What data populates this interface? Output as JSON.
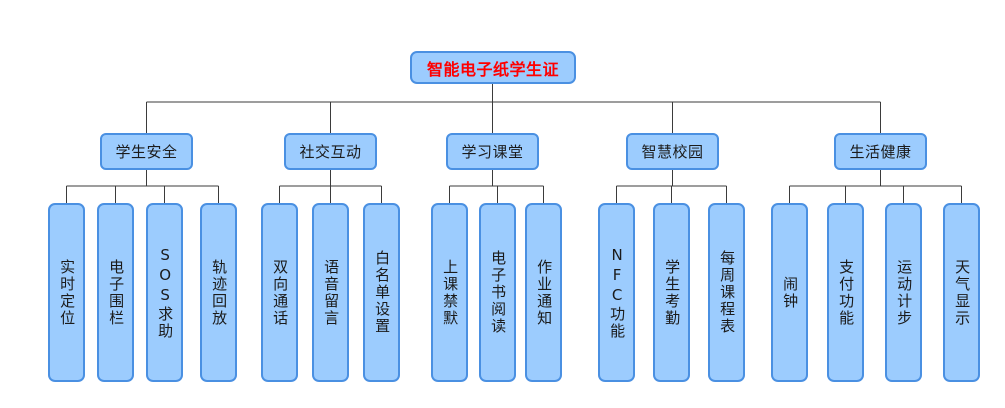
{
  "diagram": {
    "type": "org-tree",
    "orientation": "top-down",
    "colors": {
      "node_fill": "#9cccfe",
      "node_border": "#4a90e2",
      "connector": "#3b3b3b",
      "root_text": "#ff0000",
      "node_text": "#1b1b1b",
      "background": "#ffffff"
    },
    "root": {
      "label": "智能电子纸学生证"
    },
    "branches": [
      {
        "label": "学生安全",
        "children": [
          {
            "label": "实时定位"
          },
          {
            "label": "电子围栏"
          },
          {
            "label": "SOS求助"
          },
          {
            "label": "轨迹回放"
          }
        ]
      },
      {
        "label": "社交互动",
        "children": [
          {
            "label": "双向通话"
          },
          {
            "label": "语音留言"
          },
          {
            "label": "白名单设置"
          }
        ]
      },
      {
        "label": "学习课堂",
        "children": [
          {
            "label": "上课禁默"
          },
          {
            "label": "电子书阅读"
          },
          {
            "label": "作业通知"
          }
        ]
      },
      {
        "label": "智慧校园",
        "children": [
          {
            "label": "NFC功能"
          },
          {
            "label": "学生考勤"
          },
          {
            "label": "每周课程表"
          }
        ]
      },
      {
        "label": "生活健康",
        "children": [
          {
            "label": "闹钟"
          },
          {
            "label": "支付功能"
          },
          {
            "label": "运动计步"
          },
          {
            "label": "天气显示"
          }
        ]
      }
    ]
  }
}
